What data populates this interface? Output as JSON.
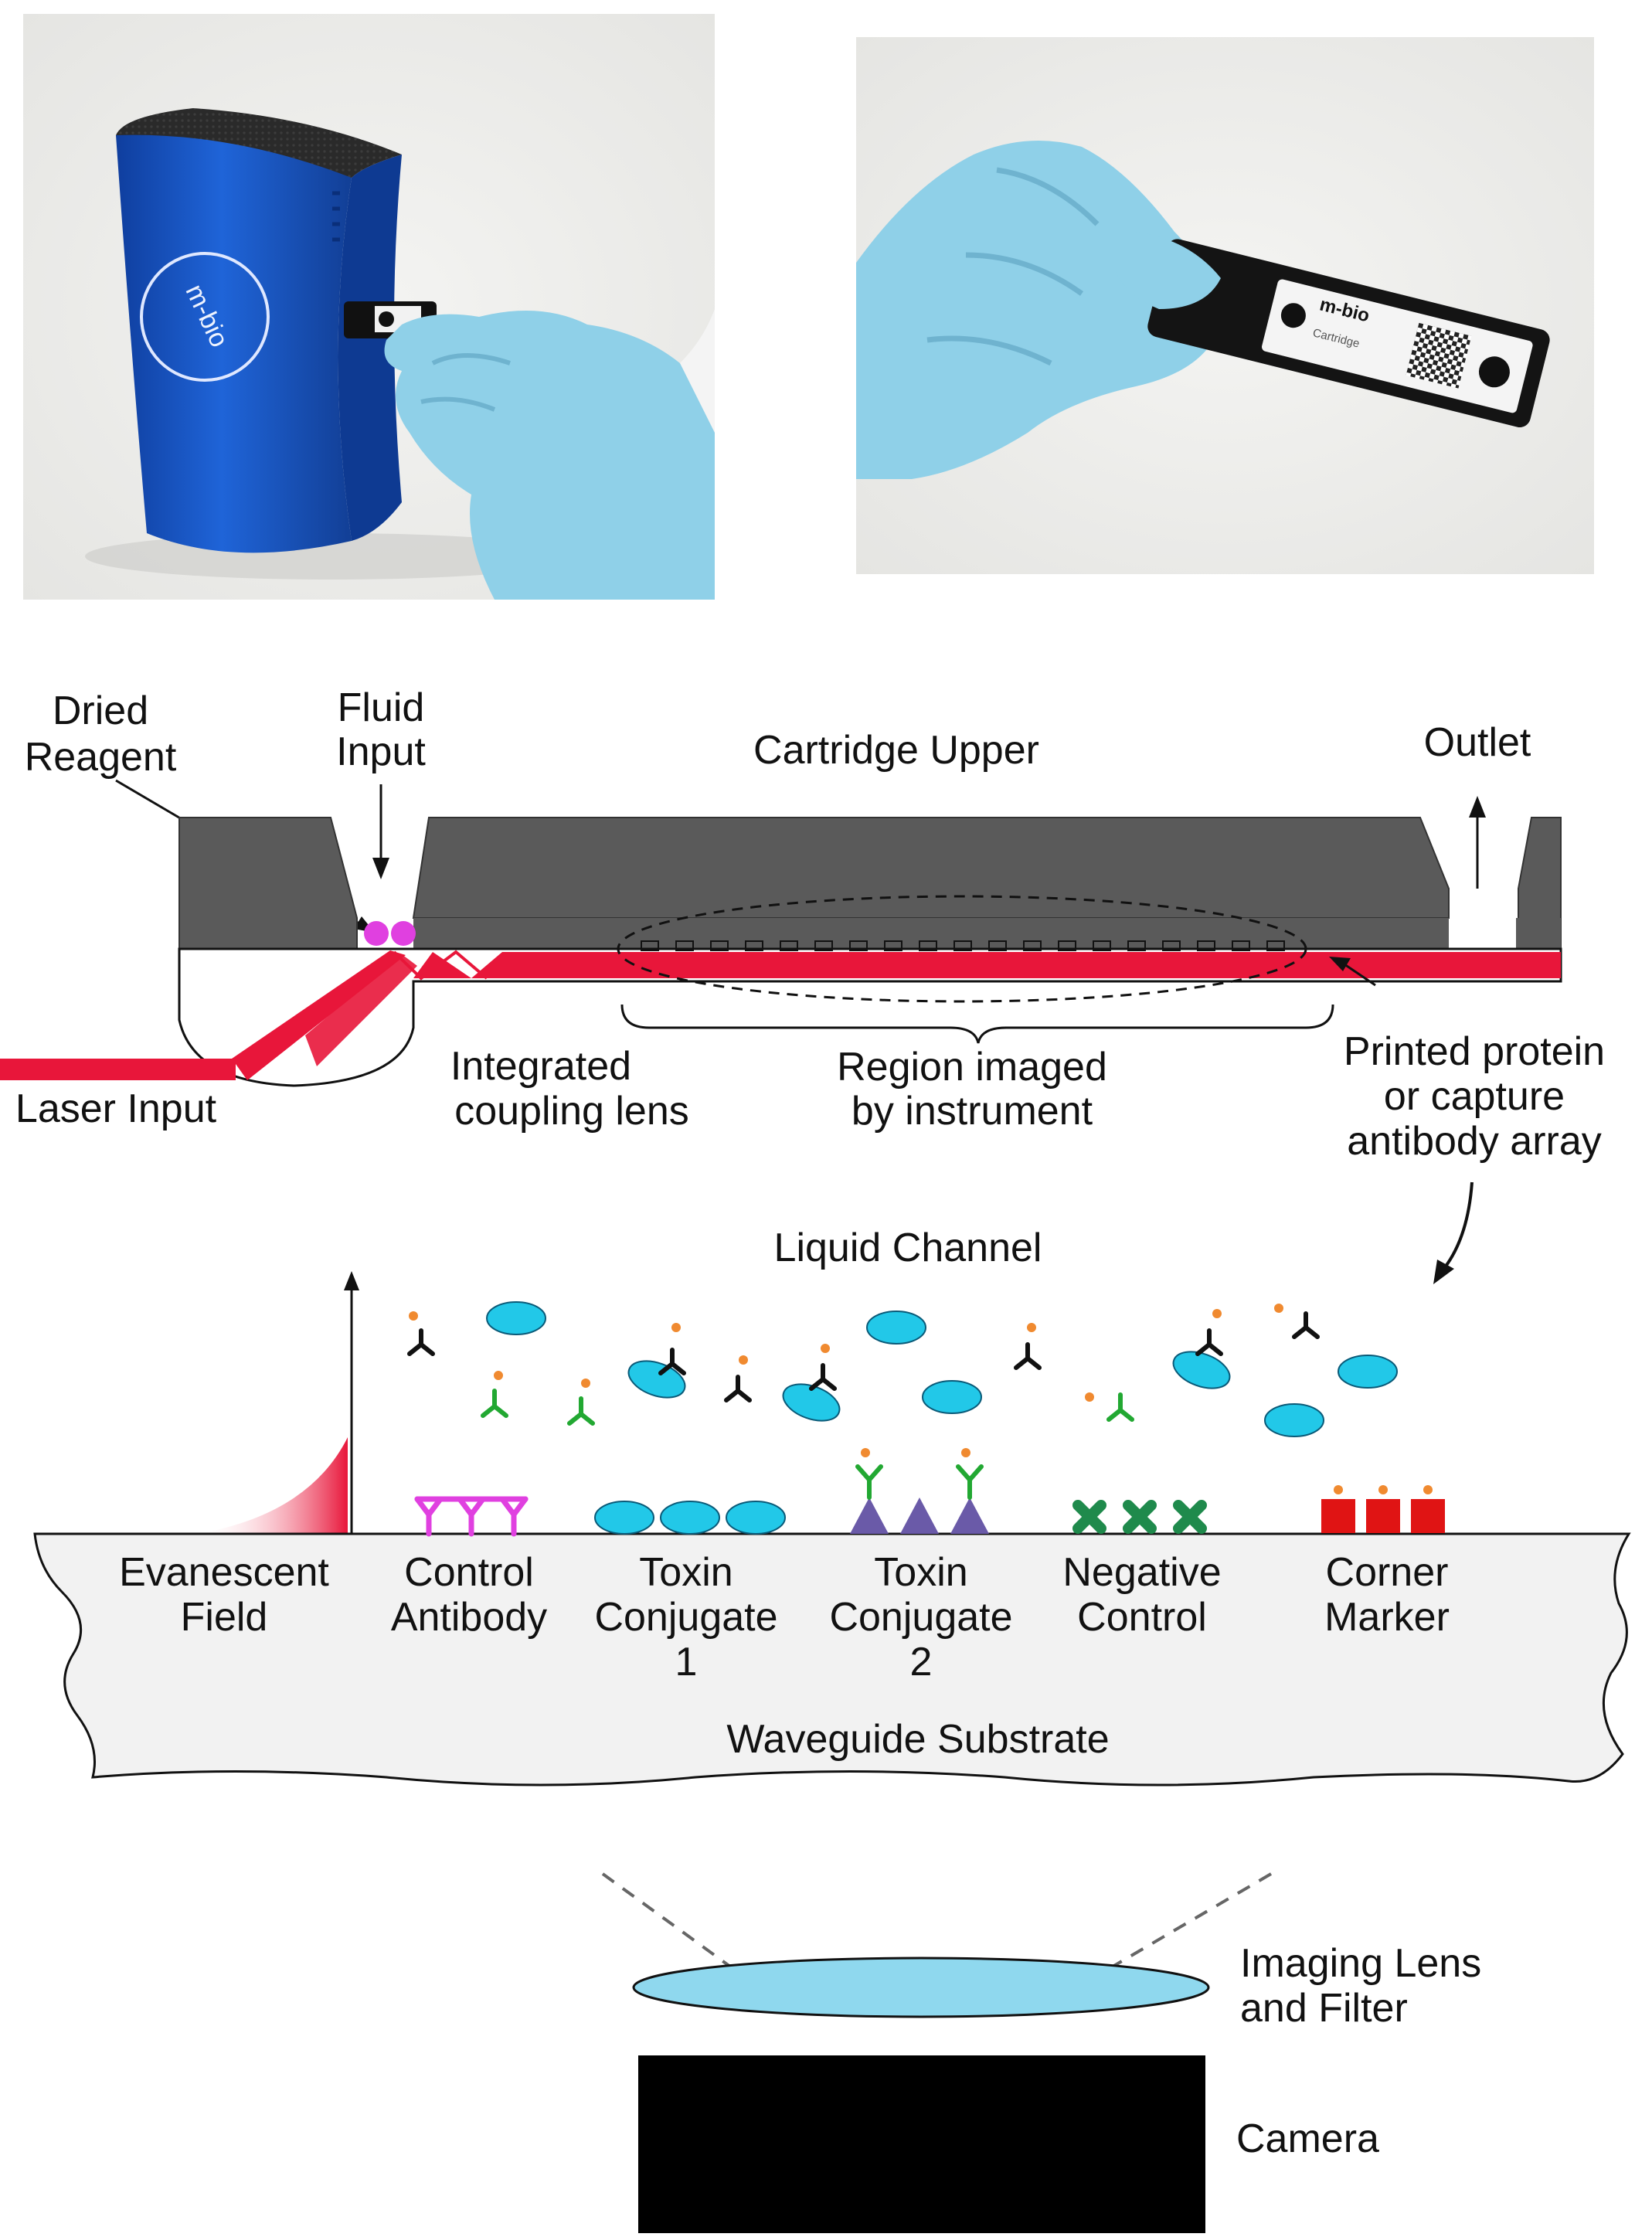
{
  "photos": {
    "instrument": {
      "brand_text": "m-bio"
    },
    "cartridge": {
      "brand_text": "m-bio",
      "sub_text": "Cartridge"
    }
  },
  "cartridge_diagram": {
    "dried_reagent": [
      "Dried",
      "Reagent"
    ],
    "fluid_input": [
      "Fluid",
      "Input"
    ],
    "cartridge_upper": "Cartridge Upper",
    "outlet": "Outlet",
    "laser_input": "Laser Input",
    "coupling_lens": [
      "Integrated",
      "coupling lens"
    ],
    "region_imaged": [
      "Region imaged",
      "by instrument"
    ],
    "printed_array": [
      "Printed protein",
      "or capture",
      "antibody array"
    ]
  },
  "assay_diagram": {
    "liquid_channel": "Liquid Channel",
    "evanescent": [
      "Evanescent",
      "Field"
    ],
    "control_antibody": [
      "Control",
      "Antibody"
    ],
    "toxin_conjugate_1": [
      "Toxin",
      "Conjugate",
      "1"
    ],
    "toxin_conjugate_2": [
      "Toxin",
      "Conjugate",
      "2"
    ],
    "negative_control": [
      "Negative",
      "Control"
    ],
    "corner_marker": [
      "Corner",
      "Marker"
    ],
    "substrate": "Waveguide Substrate"
  },
  "optics": {
    "lens": [
      "Imaging Lens",
      "and Filter"
    ],
    "camera": "Camera"
  },
  "colors": {
    "laser": "#e8163a",
    "dried_reagent": "#e040e0",
    "protein": "#22c8e8",
    "green_antibody": "#22a832",
    "black_antibody": "#111111",
    "control_antibody": "#e040e0",
    "toxin2_triangle": "#6a5aa8",
    "negative_control": "#1f8a4c",
    "corner_marker": "#e01414",
    "label_star": "#f08a30",
    "cartridge_gray": "#5a5a5a",
    "substrate": "#f2f2f2",
    "instrument_blue": "#1a55c8",
    "glove": "#8fd0e8"
  }
}
